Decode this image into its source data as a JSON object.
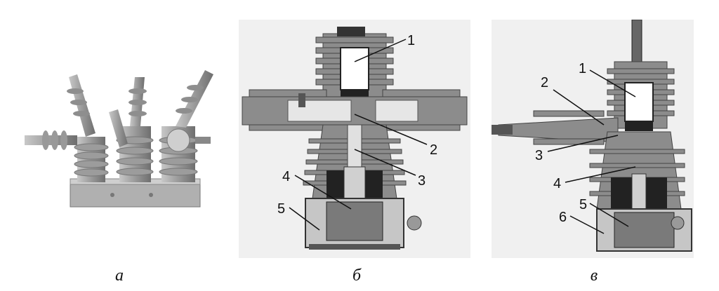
{
  "captions": {
    "a": "а",
    "b": "б",
    "c": "в"
  },
  "panel_b_labels": [
    "1",
    "2",
    "3",
    "4",
    "5"
  ],
  "panel_c_labels": [
    "1",
    "2",
    "3",
    "4",
    "5",
    "6"
  ],
  "colors": {
    "body": "#8a8a8a",
    "dark": "#222222",
    "light": "#f0f0f0",
    "render": "#a8a8a8"
  }
}
